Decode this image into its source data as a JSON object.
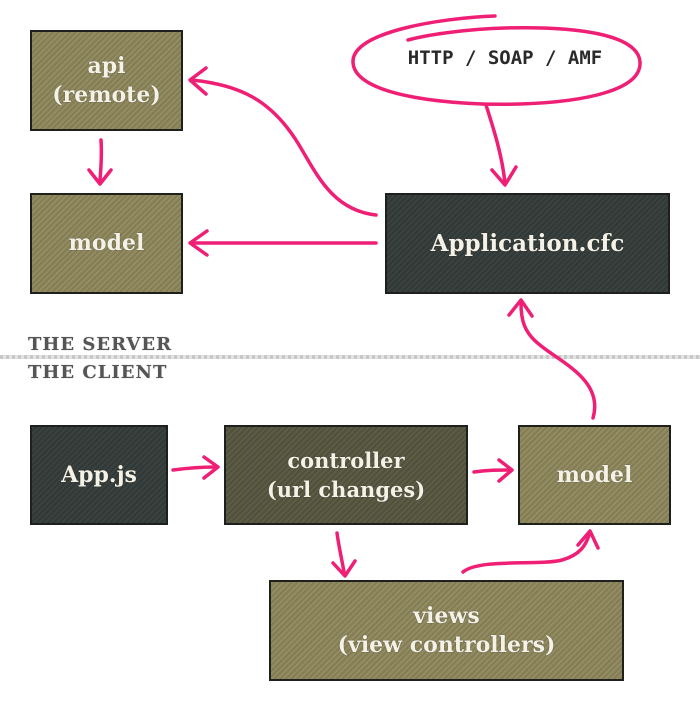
{
  "sections": {
    "server": "THE SERVER",
    "client": "THE CLIENT"
  },
  "protocol": "HTTP / SOAP / AMF",
  "nodes": {
    "api": {
      "line1": "api",
      "line2": "(remote)"
    },
    "server_model": {
      "line1": "model"
    },
    "application": {
      "line1": "Application.cfc"
    },
    "appjs": {
      "line1": "App.js"
    },
    "controller": {
      "line1": "controller",
      "line2": "(url changes)"
    },
    "client_model": {
      "line1": "model"
    },
    "views": {
      "line1": "views",
      "line2": "(view controllers)"
    }
  },
  "colors": {
    "arrow": "#ef1f75",
    "olive_box": "#8b8459",
    "dark_box": "#343c3a",
    "brown_box": "#56553f",
    "box_text": "#f4f1e6"
  }
}
